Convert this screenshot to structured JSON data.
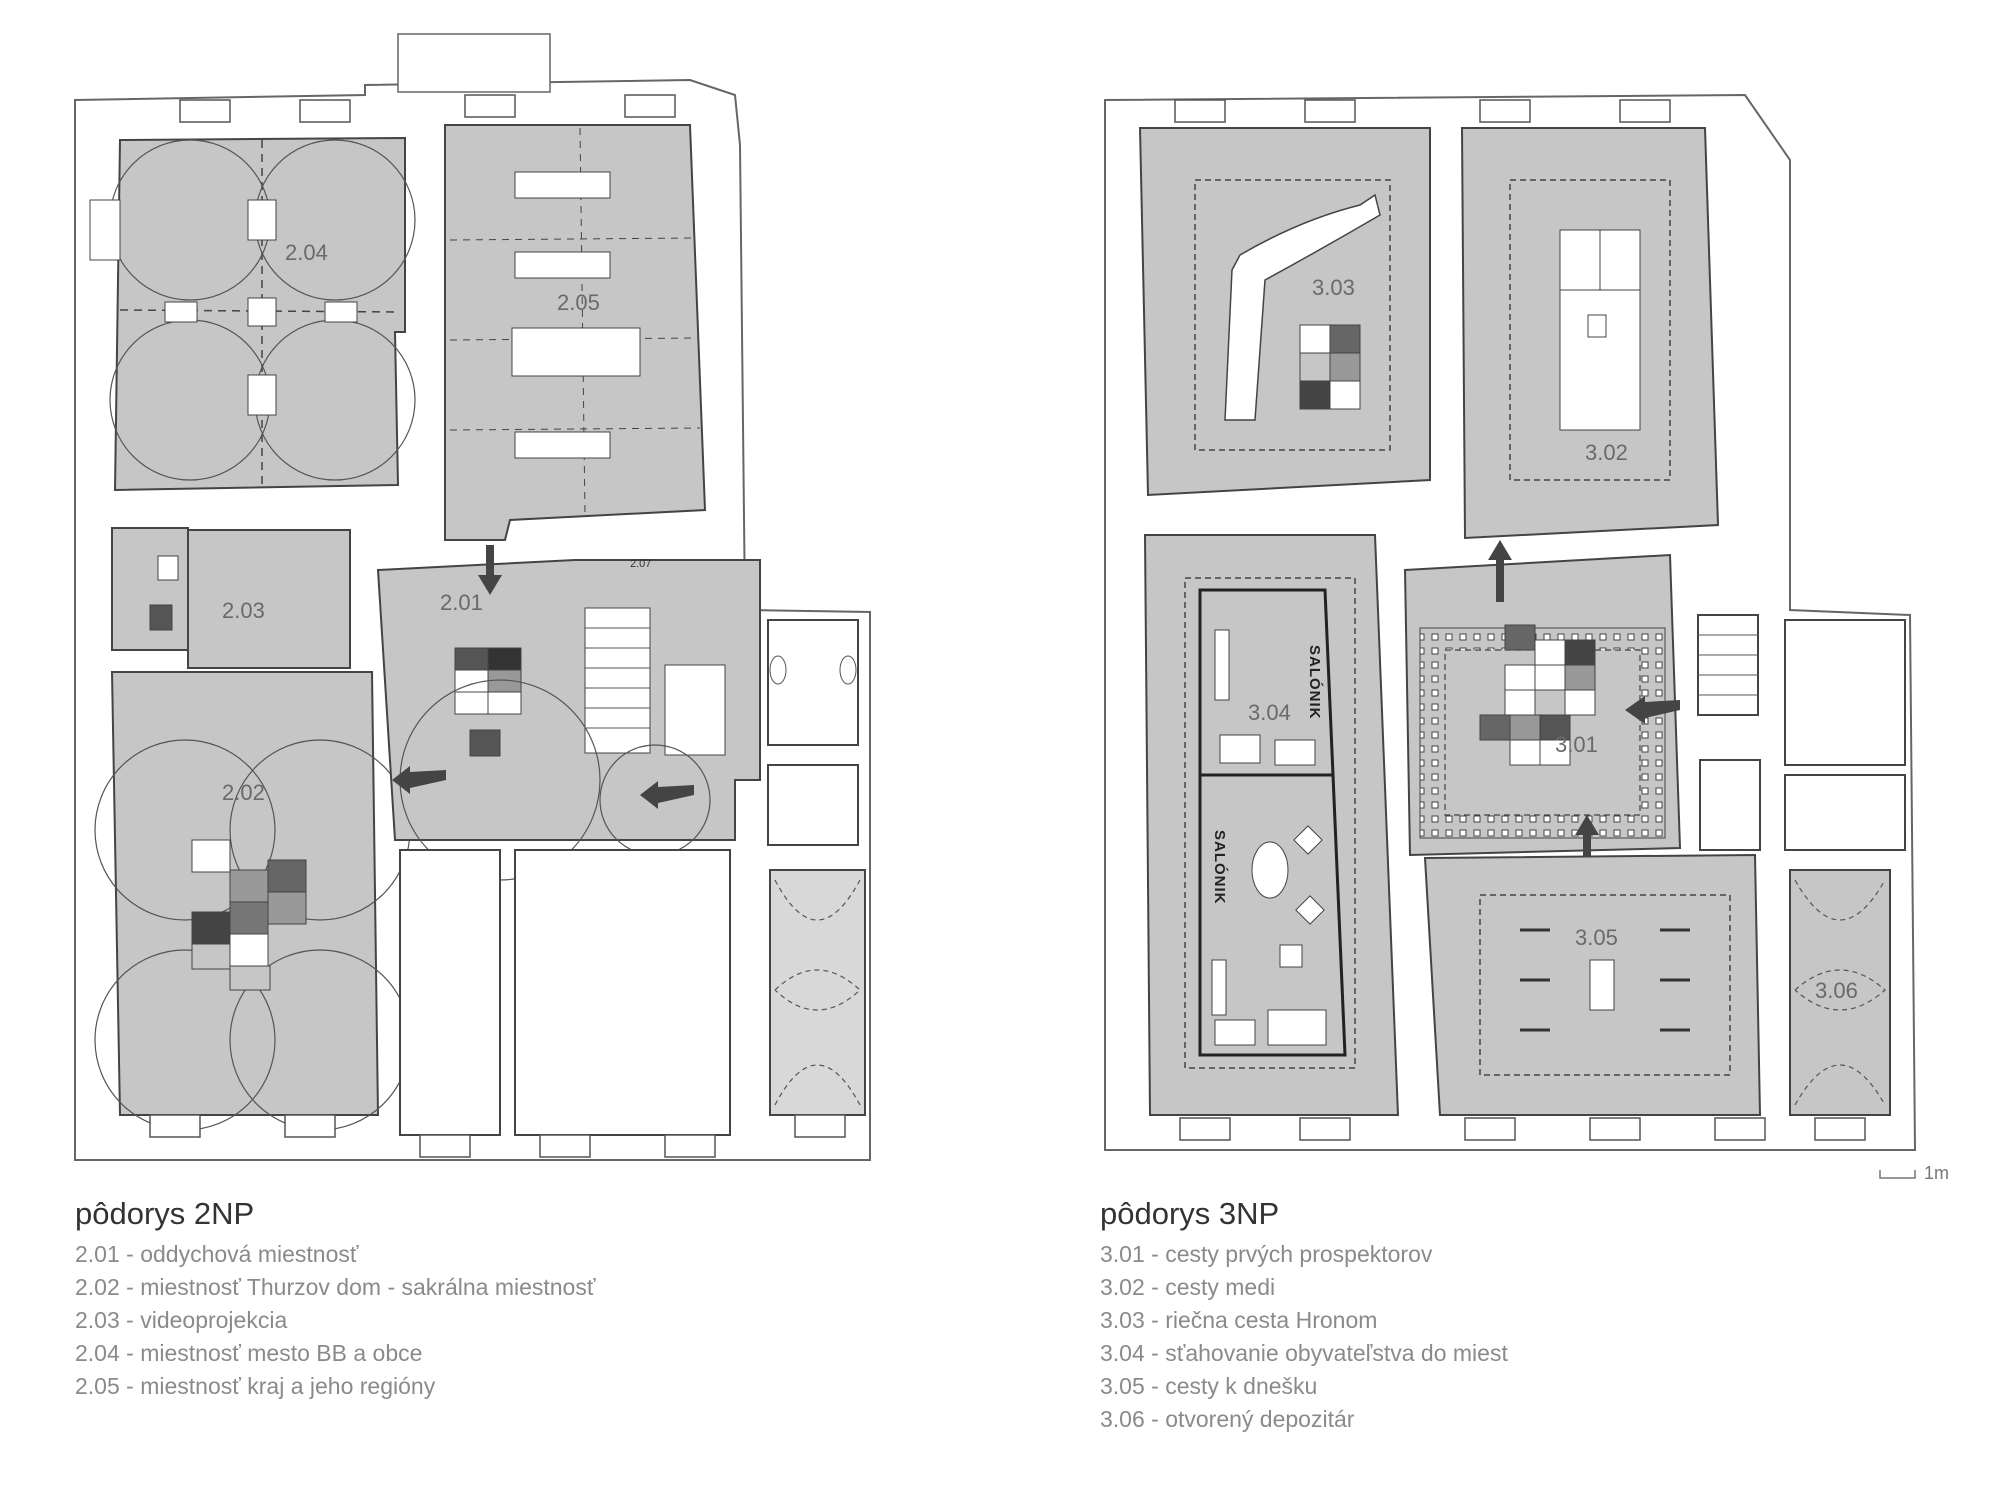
{
  "plan_2np": {
    "title": "pôdorys 2NP",
    "room_labels": [
      "2.01",
      "2.02",
      "2.03",
      "2.04",
      "2.05"
    ],
    "small_label": "2.07",
    "legend": [
      "2.01 - oddychová miestnosť",
      "2.02 - miestnosť Thurzov dom - sakrálna miestnosť",
      "2.03 - videoprojekcia",
      "2.04 - miestnosť mesto BB a obce",
      "2.05 - miestnosť kraj a jeho regióny"
    ]
  },
  "plan_3np": {
    "title": "pôdorys 3NP",
    "room_labels": [
      "3.01",
      "3.02",
      "3.03",
      "3.04",
      "3.05",
      "3.06"
    ],
    "salonik_label": "SALÓNIK",
    "legend": [
      "3.01 - cesty prvých prospektorov",
      "3.02 - cesty medi",
      "3.03 - riečna cesta Hronom",
      "3.04 - sťahovanie obyvateľstva do miest",
      "3.05 - cesty k dnešku",
      "3.06 - otvorený depozitár"
    ]
  },
  "scale": {
    "label": "1m"
  },
  "colors": {
    "floor": "#c6c6c6",
    "wall": "#ffffff",
    "line": "#444444",
    "dark": "#555555"
  }
}
